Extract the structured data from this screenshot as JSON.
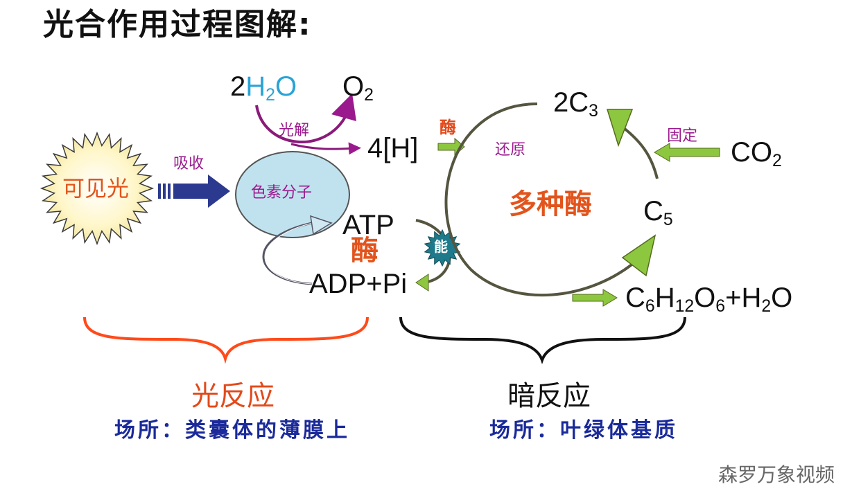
{
  "title": "光合作用过程图解:",
  "light_source": "可见光",
  "absorb_label": "吸收",
  "pigment": "色素分子",
  "photolysis_label": "光解",
  "water": {
    "coef": "2",
    "mol": "H",
    "sub": "2",
    "tail": "O"
  },
  "oxygen": {
    "sym": "O",
    "sub": "2"
  },
  "hydrogen": "4[H]",
  "enzyme_top": "酶",
  "reduction_label": "还原",
  "enzyme_mid": "酶",
  "atp": "ATP",
  "adp": "ADP+Pi",
  "energy_badge": "能",
  "many_enzymes": "多种酶",
  "c3": {
    "coef": "2C",
    "sub": "3"
  },
  "fixation_label": "固定",
  "co2": {
    "sym": "CO",
    "sub": "2"
  },
  "c5": {
    "sym": "C",
    "sub": "5"
  },
  "glucose": {
    "a": "C",
    "s1": "6",
    "b": "H",
    "s2": "12",
    "c": "O",
    "s3": "6",
    "d": "+H",
    "s4": "2",
    "e": "O"
  },
  "light_reaction": {
    "name": "光反应",
    "site": "场所：类囊体的薄膜上"
  },
  "dark_reaction": {
    "name": "暗反应",
    "site": "场所：叶绿体基质"
  },
  "watermark": "森罗万象视频",
  "colors": {
    "arrow_green": "#8dc63f",
    "arrow_blue": "#2b3a8f",
    "photolysis": "#8a1a7a",
    "cycle": "#555540",
    "brace_light": "#ff4a1a",
    "brace_dark": "#111111",
    "pigment_fill": "#bfe2ee",
    "sun_fill": "#fffbd0"
  }
}
